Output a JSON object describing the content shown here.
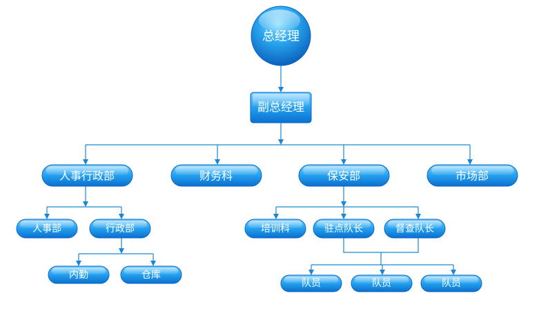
{
  "org_chart": {
    "ceo": "总经理",
    "deputy": "副总经理",
    "departments": {
      "hr_admin": "人事行政部",
      "finance": "财务科",
      "security": "保安部",
      "market": "市场部"
    },
    "hr_admin_units": {
      "hr": "人事部",
      "admin": "行政部"
    },
    "admin_units": {
      "logistics": "内勤",
      "warehouse": "仓库"
    },
    "security_units": {
      "training": "培训科",
      "post_captain": "驻点队长",
      "inspection_captain": "督查队长"
    },
    "team_members": [
      "队员",
      "队员",
      "队员"
    ]
  },
  "colors": {
    "node_dark": "#0a6fc7",
    "node_light": "#7fd0ff",
    "line": "#1a86d6"
  }
}
